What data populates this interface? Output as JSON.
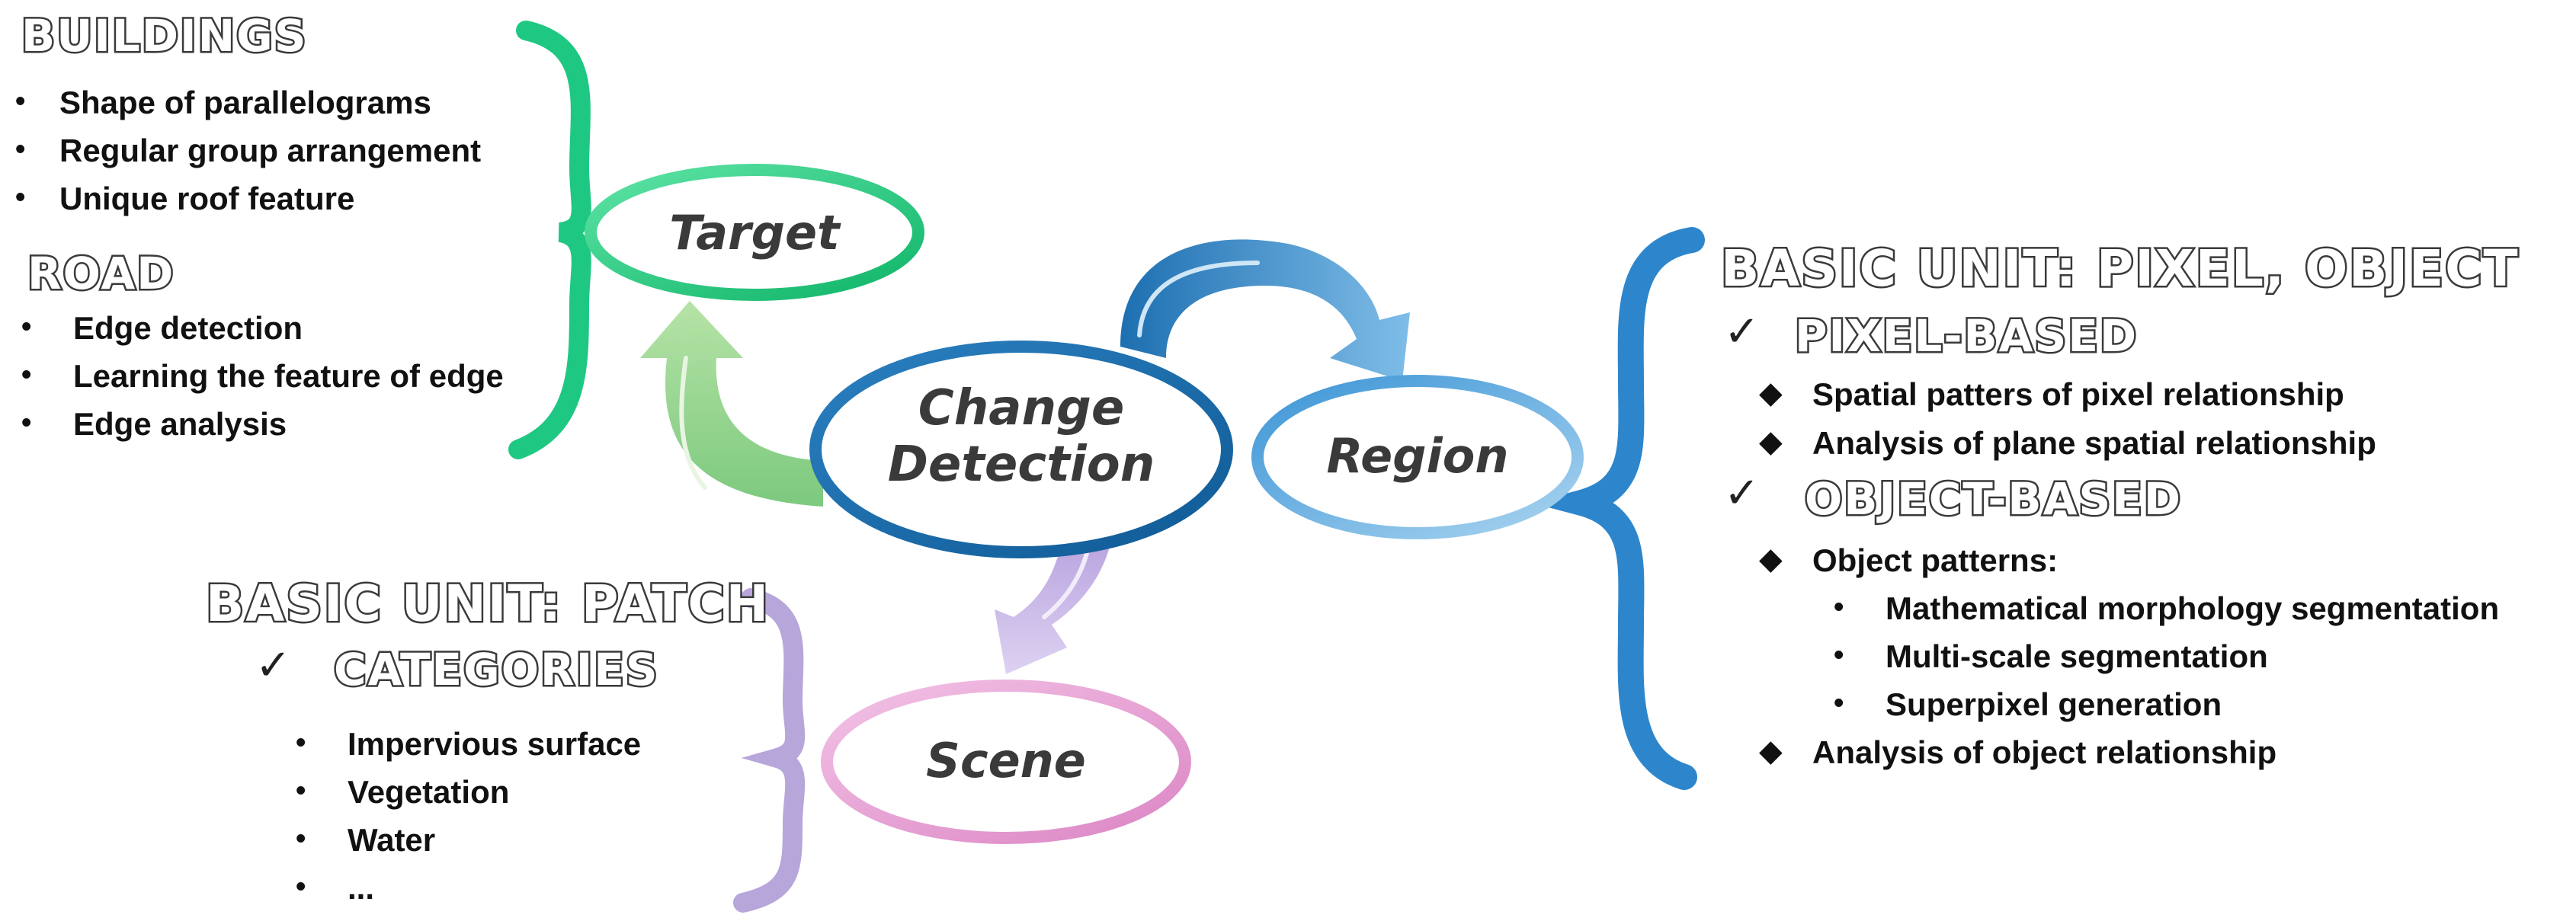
{
  "nodes": {
    "center": {
      "line1": "Change",
      "line2": "Detection"
    },
    "target": "Target",
    "region": "Region",
    "scene": "Scene"
  },
  "buildings": {
    "heading": "Buildings",
    "items": [
      "Shape of parallelograms",
      "Regular group arrangement",
      "Unique roof feature"
    ]
  },
  "road": {
    "heading": "Road",
    "items": [
      "Edge detection",
      "Learning the feature of edge",
      "Edge analysis"
    ]
  },
  "patch": {
    "heading": "Basic Unit: Patch",
    "categories_heading": "Categories",
    "items": [
      "Impervious surface",
      "Vegetation",
      "Water",
      "..."
    ]
  },
  "pixel_object": {
    "heading": "Basic Unit: Pixel, Object",
    "pixel_based": {
      "heading": "Pixel-based",
      "items": [
        "Spatial patters of pixel relationship",
        "Analysis of plane spatial relationship"
      ]
    },
    "object_based": {
      "heading": "Object-based",
      "patterns_label": "Object patterns:",
      "sub_items": [
        "Mathematical morphology segmentation",
        "Multi-scale segmentation",
        "Superpixel generation"
      ],
      "relationship": "Analysis of object relationship"
    }
  },
  "symbols": {
    "bullet": "•",
    "check": "✓",
    "diamond": "◆"
  },
  "colors": {
    "target": "#20c37a",
    "target_arrow": "#8fd18a",
    "region": "#5aa7dc",
    "region_arrow": "#2f86c8",
    "scene": "#e39ad0",
    "scene_arrow": "#c9b5e6",
    "center": "#1f6fae",
    "buildings_brace": "#1fc882",
    "patch_brace": "#b7a6da",
    "pixel_brace": "#2d86cc"
  }
}
